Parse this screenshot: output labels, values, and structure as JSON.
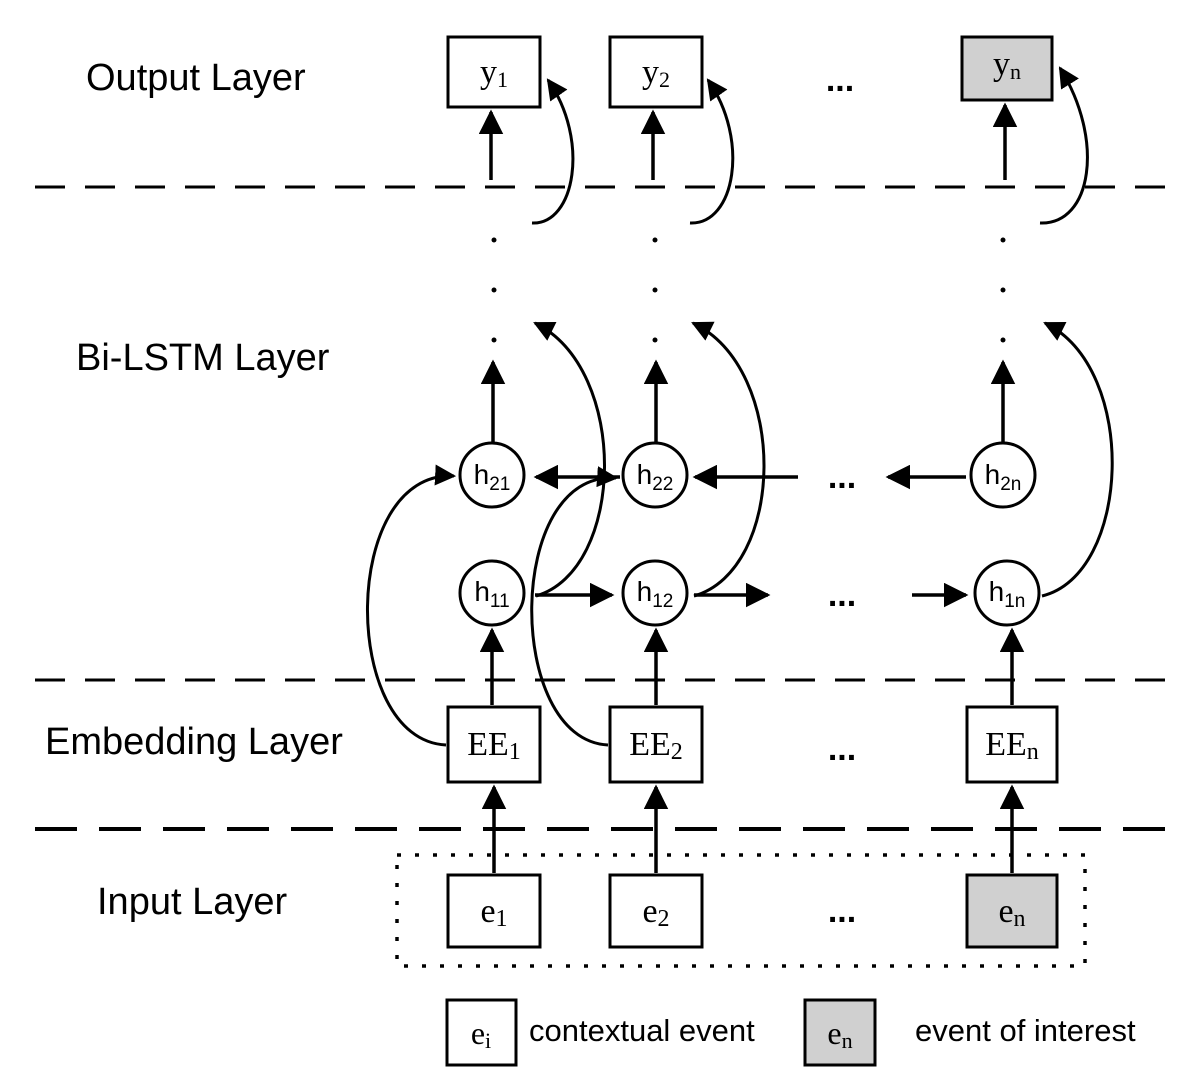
{
  "layers": {
    "output": "Output Layer",
    "bilstm": "Bi-LSTM Layer",
    "embedding": "Embedding Layer",
    "input": "Input Layer"
  },
  "output_nodes": [
    {
      "base": "y",
      "sub": "1"
    },
    {
      "base": "y",
      "sub": "2"
    },
    {
      "base": "y",
      "sub": "n"
    }
  ],
  "hidden_backward": [
    {
      "base": "h",
      "sub": "21"
    },
    {
      "base": "h",
      "sub": "22"
    },
    {
      "base": "h",
      "sub": "2n"
    }
  ],
  "hidden_forward": [
    {
      "base": "h",
      "sub": "11"
    },
    {
      "base": "h",
      "sub": "12"
    },
    {
      "base": "h",
      "sub": "1n"
    }
  ],
  "embedding_nodes": [
    {
      "base": "EE",
      "sub": "1"
    },
    {
      "base": "EE",
      "sub": "2"
    },
    {
      "base": "EE",
      "sub": "n"
    }
  ],
  "input_nodes": [
    {
      "base": "e",
      "sub": "1"
    },
    {
      "base": "e",
      "sub": "2"
    },
    {
      "base": "e",
      "sub": "n"
    }
  ],
  "ellipsis": "...",
  "legend": {
    "contextual": {
      "base": "e",
      "sub": "i",
      "text": "contextual event"
    },
    "interest": {
      "base": "e",
      "sub": "n",
      "text": "event of interest"
    }
  },
  "colors": {
    "highlight_fill": "#d0d0d0",
    "stroke": "#000000"
  }
}
